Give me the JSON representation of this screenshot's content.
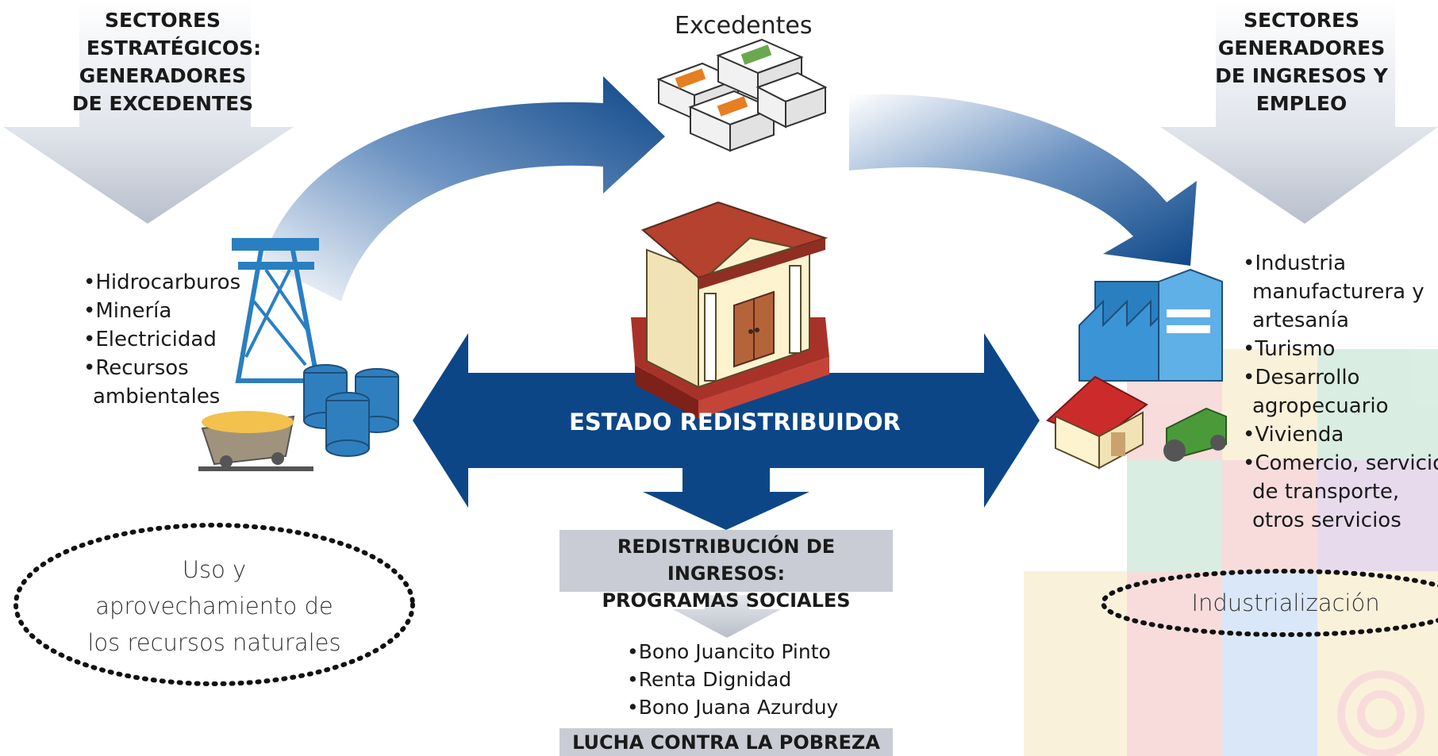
{
  "top_left_heading": [
    "SECTORES",
    "ESTRATÉGICOS:",
    "GENERADORES",
    "DE EXCEDENTES"
  ],
  "top_right_heading": [
    "SECTORES",
    "GENERADORES",
    "DE INGRESOS Y",
    "EMPLEO"
  ],
  "excedentes_label": "Excedentes",
  "center_label": "ESTADO REDISTRIBUIDOR",
  "left_list": [
    "•Hidrocarburos",
    "•Minería",
    "•Electricidad",
    "•Recursos",
    "ambientales"
  ],
  "right_list": [
    "•Industria",
    "manufacturera y",
    "artesanía",
    "•Turismo",
    "•Desarrollo",
    "agropecuario",
    "•Vivienda",
    "•Comercio, servicios",
    "de transporte,",
    "otros servicios"
  ],
  "redistribution_box": [
    "REDISTRIBUCIÓN DE INGRESOS:",
    "PROGRAMAS SOCIALES"
  ],
  "programs": [
    "•Bono Juancito Pinto",
    "•Renta Dignidad",
    "•Bono Juana Azurduy"
  ],
  "bottom_label": "LUCHA CONTRA LA POBREZA",
  "left_oval_text": [
    "Uso y",
    "aprovechamiento de",
    "los recursos naturales"
  ],
  "right_oval_text": "Industrialización",
  "colors": {
    "primary_blue": "#0d4687",
    "light_blue": "#c9d9ea",
    "gray_arrow": "#c7ccd6",
    "box_gray": "#c9ccd4",
    "roof_red": "#b13a2b",
    "building_cream": "#fdf3cf"
  }
}
